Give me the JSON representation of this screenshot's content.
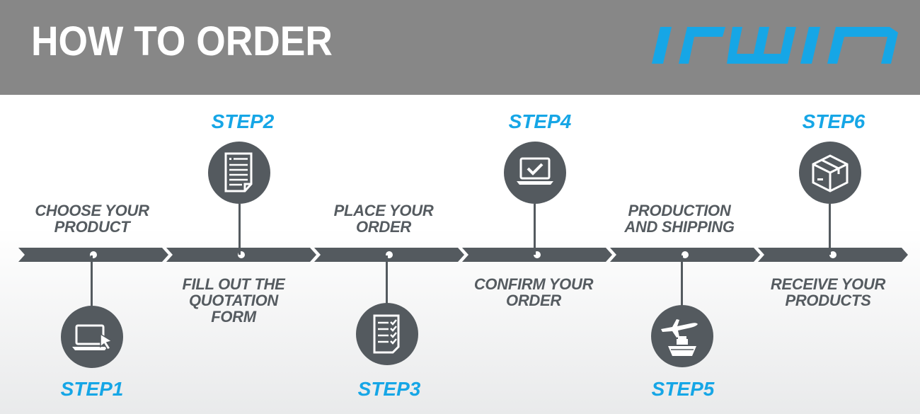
{
  "header": {
    "title": "HOW TO ORDER",
    "logo_text": "irwin",
    "background_color": "#878787",
    "logo_color": "#16a6e6"
  },
  "colors": {
    "accent": "#16a6e6",
    "dark": "#545a5f",
    "label": "#555b60"
  },
  "steps": [
    {
      "step_label": "STEP1",
      "description": "CHOOSE YOUR\nPRODUCT",
      "icon": "laptop-cursor-icon"
    },
    {
      "step_label": "STEP2",
      "description": "FILL OUT THE\nQUOTATION\nFORM",
      "icon": "document-icon"
    },
    {
      "step_label": "STEP3",
      "description": "PLACE YOUR\nORDER",
      "icon": "checklist-icon"
    },
    {
      "step_label": "STEP4",
      "description": "CONFIRM YOUR\nORDER",
      "icon": "laptop-check-icon"
    },
    {
      "step_label": "STEP5",
      "description": "PRODUCTION\nAND SHIPPING",
      "icon": "plane-ship-icon"
    },
    {
      "step_label": "STEP6",
      "description": "RECEIVE YOUR\nPRODUCTS",
      "icon": "package-icon"
    }
  ]
}
